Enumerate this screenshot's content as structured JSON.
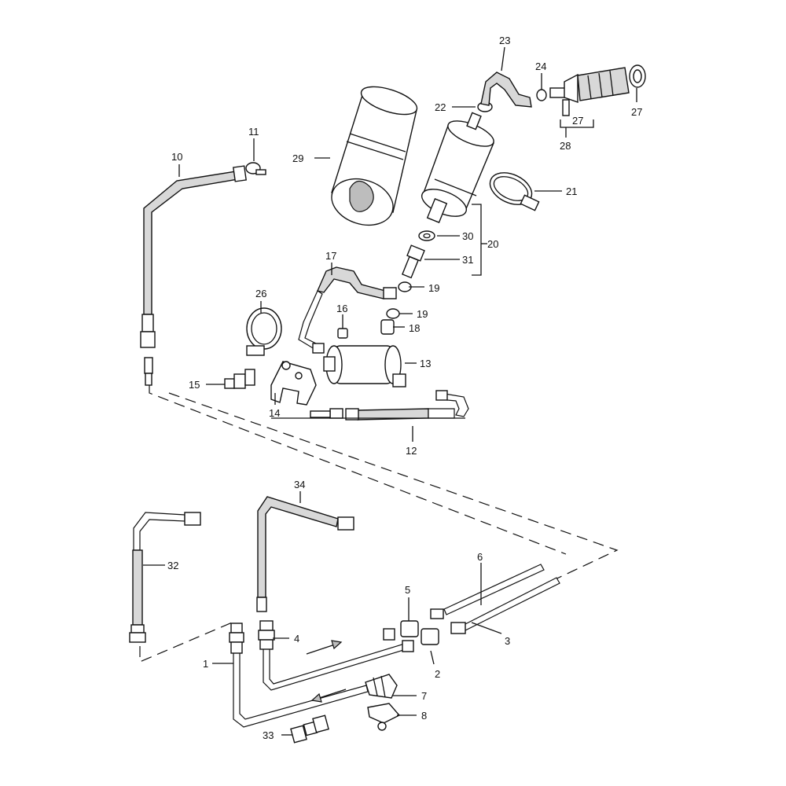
{
  "callouts": [
    {
      "id": "c1",
      "text": "1"
    },
    {
      "id": "c2",
      "text": "2"
    },
    {
      "id": "c3",
      "text": "3"
    },
    {
      "id": "c4",
      "text": "4"
    },
    {
      "id": "c5",
      "text": "5"
    },
    {
      "id": "c6",
      "text": "6"
    },
    {
      "id": "c7",
      "text": "7"
    },
    {
      "id": "c8",
      "text": "8"
    },
    {
      "id": "c10",
      "text": "10"
    },
    {
      "id": "c11",
      "text": "11"
    },
    {
      "id": "c12",
      "text": "12"
    },
    {
      "id": "c13",
      "text": "13"
    },
    {
      "id": "c14",
      "text": "14"
    },
    {
      "id": "c15",
      "text": "15"
    },
    {
      "id": "c16",
      "text": "16"
    },
    {
      "id": "c17",
      "text": "17"
    },
    {
      "id": "c18",
      "text": "18"
    },
    {
      "id": "c19a",
      "text": "19"
    },
    {
      "id": "c19b",
      "text": "19"
    },
    {
      "id": "c20",
      "text": "20"
    },
    {
      "id": "c21",
      "text": "21"
    },
    {
      "id": "c22",
      "text": "22"
    },
    {
      "id": "c23",
      "text": "23"
    },
    {
      "id": "c24",
      "text": "24"
    },
    {
      "id": "c26",
      "text": "26"
    },
    {
      "id": "c27a",
      "text": "27"
    },
    {
      "id": "c27b",
      "text": "27"
    },
    {
      "id": "c28",
      "text": "28"
    },
    {
      "id": "c29",
      "text": "29"
    },
    {
      "id": "c30",
      "text": "30"
    },
    {
      "id": "c31",
      "text": "31"
    },
    {
      "id": "c32",
      "text": "32"
    },
    {
      "id": "c33",
      "text": "33"
    },
    {
      "id": "c34",
      "text": "34"
    }
  ]
}
